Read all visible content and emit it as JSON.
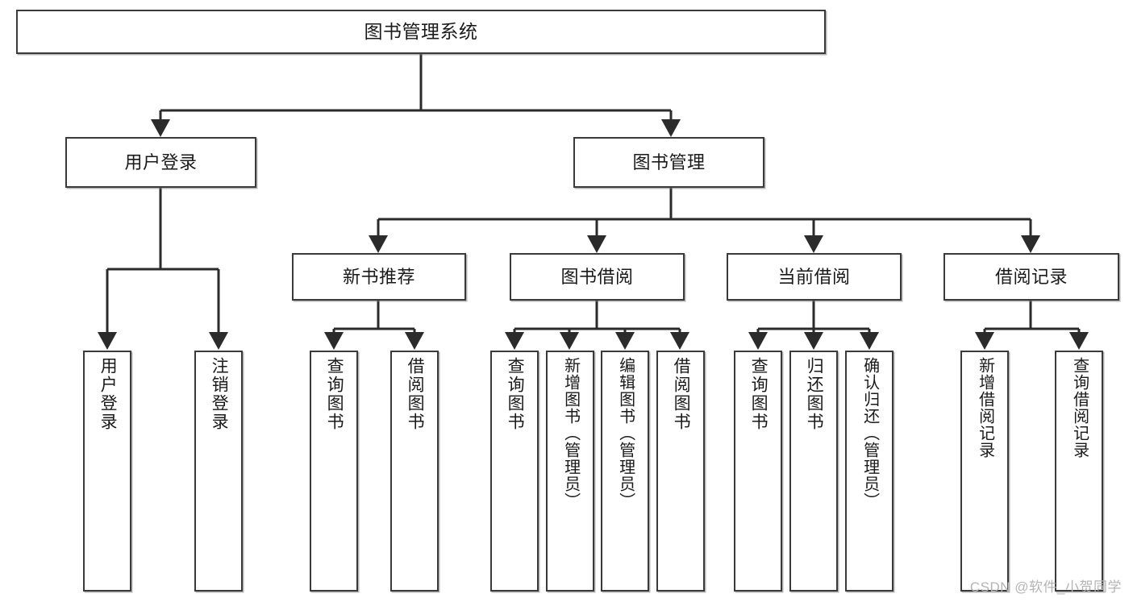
{
  "diagram": {
    "title": "图书管理系统",
    "watermark": "CSDN @软件_小贺同学",
    "colors": {
      "box_border": "#3a3a3a",
      "box_fill": "#ffffff",
      "edge": "#2b2b2b",
      "text": "#1a1a1a",
      "watermark": "#b4b4b4"
    },
    "nodes": {
      "root": "图书管理系统",
      "user_login": "用户登录",
      "book_manage": "图书管理",
      "new_book_recommend": "新书推荐",
      "book_borrow": "图书借阅",
      "current_borrow": "当前借阅",
      "borrow_record": "借阅记录",
      "login_leaf_1": "用户登录",
      "login_leaf_2": "注销登录",
      "recommend_leaf_1": "查询图书",
      "recommend_leaf_2": "借阅图书",
      "borrow_leaf_1": "查询图书",
      "borrow_leaf_2": "新增图书（管理员）",
      "borrow_leaf_3": "编辑图书（管理员）",
      "borrow_leaf_4": "借阅图书",
      "current_leaf_1": "查询图书",
      "current_leaf_2": "归还图书",
      "current_leaf_3": "确认归还（管理员）",
      "record_leaf_1": "新增借阅记录",
      "record_leaf_2": "查询借阅记录"
    }
  }
}
